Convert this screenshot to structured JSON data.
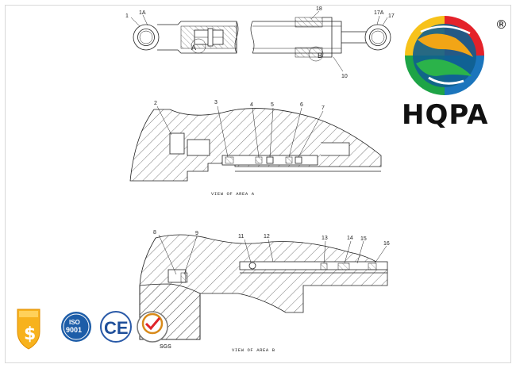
{
  "brand": {
    "name": "HQPA",
    "registered_mark": "®"
  },
  "diagram": {
    "top_callouts": [
      "1",
      "1A",
      "A",
      "18",
      "B",
      "10",
      "17A",
      "17"
    ],
    "area_a": {
      "caption": "VIEW OF AREA A",
      "callouts": [
        "2",
        "3",
        "4",
        "5",
        "6",
        "7"
      ]
    },
    "area_b": {
      "caption": "VIEW OF AREA B",
      "callouts": [
        "8",
        "9",
        "11",
        "12",
        "13",
        "14",
        "15",
        "16"
      ]
    }
  },
  "certifications": {
    "iso_line1": "ISO",
    "iso_line2": "9001",
    "ce": "CE",
    "sgs": "SGS"
  }
}
